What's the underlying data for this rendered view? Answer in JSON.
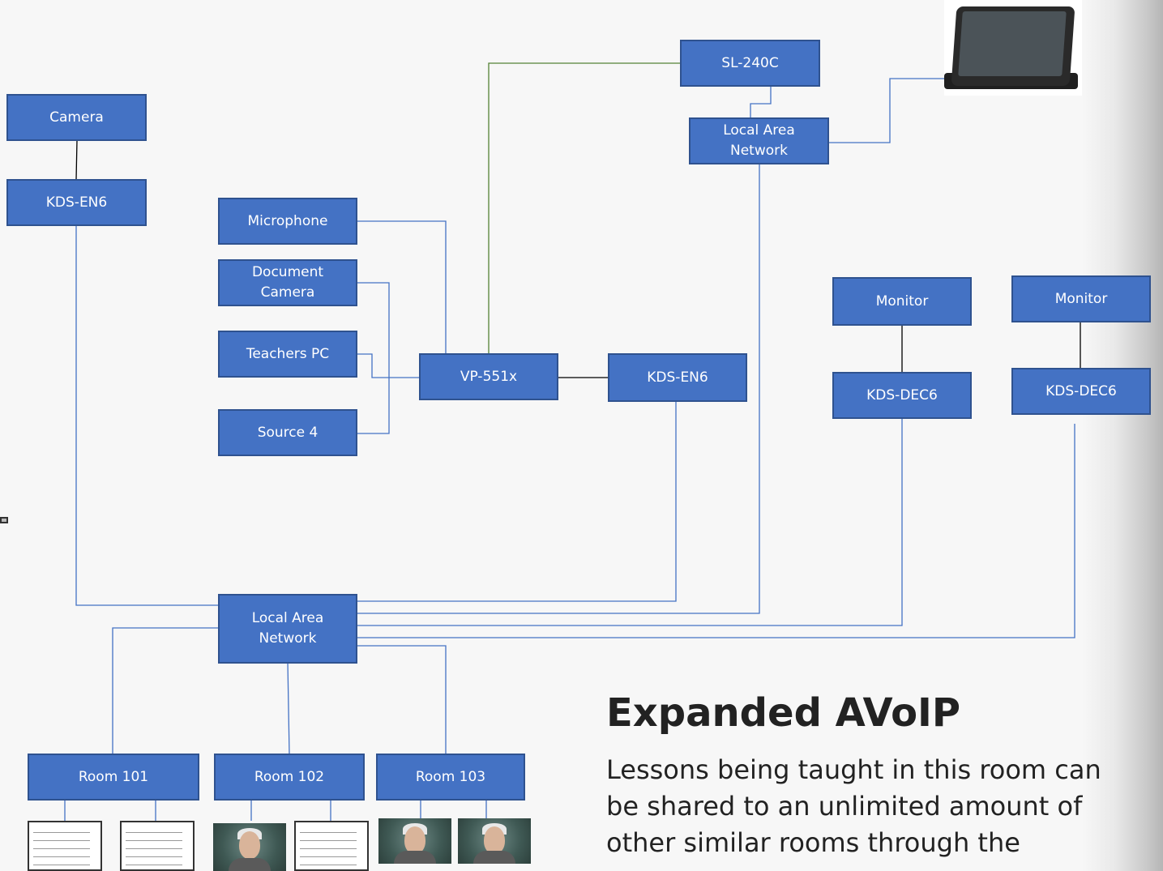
{
  "nodes": {
    "camera": "Camera",
    "kds_en6_left": "KDS-EN6",
    "microphone": "Microphone",
    "document_camera": "Document\nCamera",
    "teachers_pc": "Teachers PC",
    "source4": "Source 4",
    "vp551x": "VP-551x",
    "kds_en6_center": "KDS-EN6",
    "sl240c": "SL-240C",
    "lan_top": "Local  Area\nNetwork",
    "monitor1": "Monitor",
    "monitor2": "Monitor",
    "kds_dec6_1": "KDS-DEC6",
    "kds_dec6_2": "KDS-DEC6",
    "lan_bottom": "Local  Area\nNetwork",
    "room101": "Room 101",
    "room102": "Room 102",
    "room103": "Room 103"
  },
  "heading": "Expanded AVoIP",
  "body": "Lessons being taught in this room can be shared to an unlimited amount of other similar rooms through the",
  "colors": {
    "box_fill": "#4472c4",
    "box_border": "#2f528f",
    "wire_blue": "#4472c4",
    "wire_green": "#548235",
    "wire_black": "#000000"
  },
  "images": {
    "touch_panel": "touch-panel-image",
    "room_displays": [
      "document",
      "document",
      "face",
      "document",
      "face",
      "face"
    ]
  }
}
